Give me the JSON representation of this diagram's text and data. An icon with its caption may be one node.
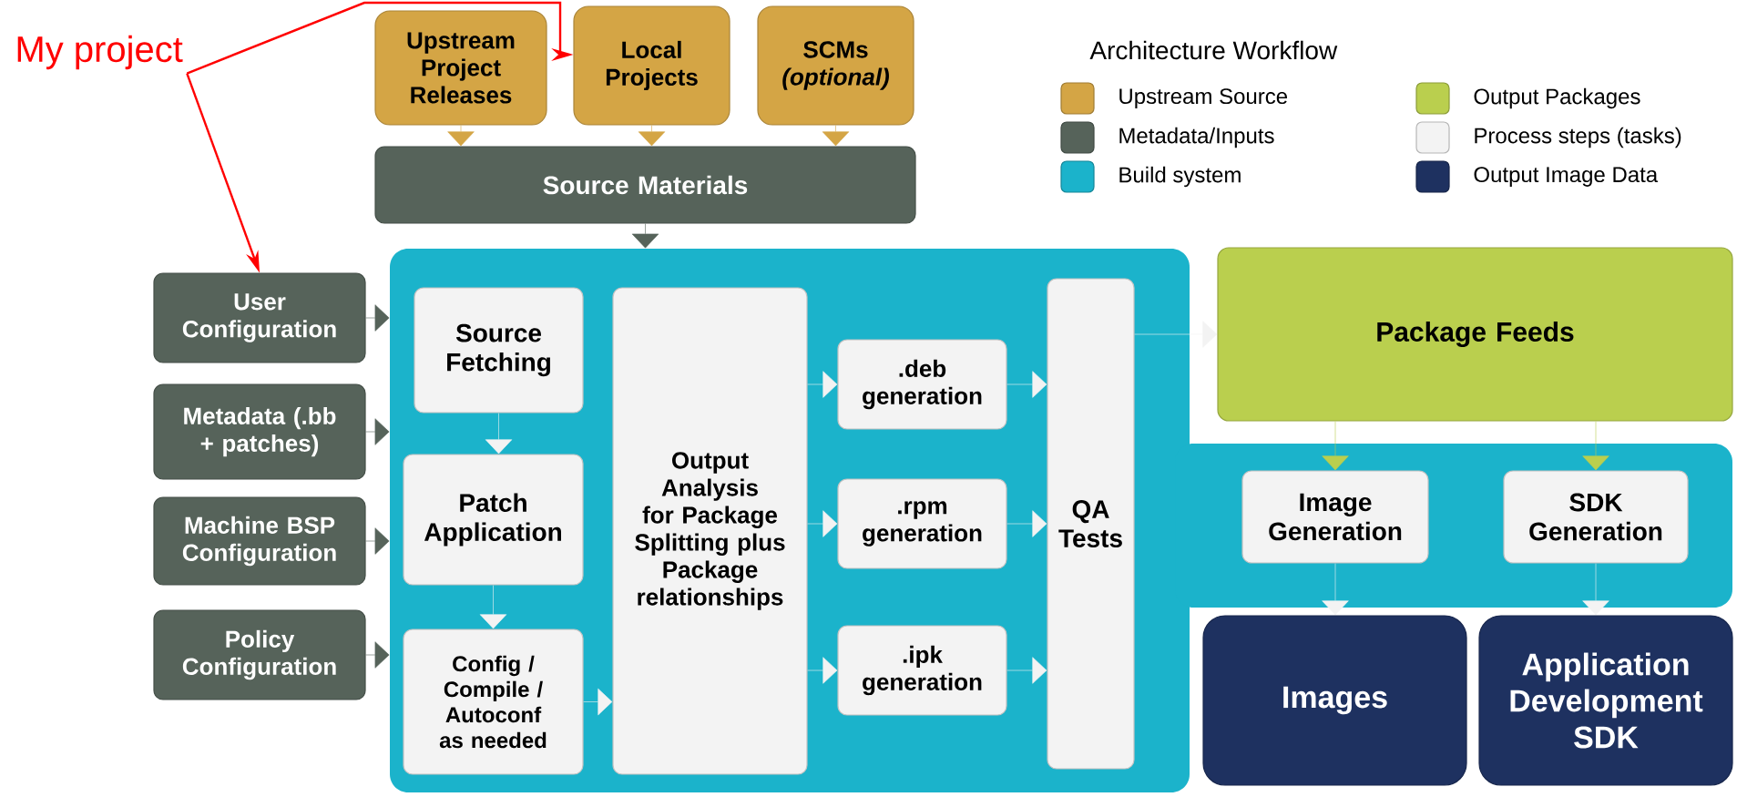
{
  "diagram": {
    "title": "Architecture Workflow",
    "nodes": [
      {
        "text": [
          "My project"
        ]
      },
      {
        "text": [
          "Upstream Project Releases"
        ]
      },
      {
        "text": [
          "Local Projects"
        ]
      },
      {
        "text": [
          "SCMs *(optional)*"
        ]
      },
      {
        "text": [
          "Source Materials"
        ]
      },
      {
        "text": [],
        "shape": "band"
      },
      {
        "text": [
          "User Configuration"
        ]
      },
      {
        "text": [
          "Metadata (.bb + patches)"
        ]
      },
      {
        "text": [
          "Machine BSP Configuration"
        ]
      },
      {
        "text": [
          "Policy Configuration"
        ]
      },
      {
        "text": [
          "Source Fetching"
        ],
        "in": 5
      },
      {
        "text": [
          "Patch Application"
        ],
        "in": 5
      },
      {
        "text": [
          "Config / Compile / Autoconf as needed"
        ],
        "in": 5
      },
      {
        "text": [
          "Output Analysis for Package Splitting plus Package relationships"
        ],
        "in": 5
      },
      {
        "text": [
          ".deb generation"
        ],
        "in": 5
      },
      {
        "text": [
          ".rpm generation"
        ],
        "in": 5
      },
      {
        "text": [
          ".ipk generation"
        ],
        "in": 5
      },
      {
        "text": [
          "QA Tests"
        ],
        "in": 5
      },
      {
        "text": [
          "Package Feeds"
        ]
      },
      {
        "text": [
          "Image Generation"
        ]
      },
      {
        "text": [
          "SDK Generation"
        ]
      },
      {
        "text": [
          "Images"
        ]
      },
      {
        "text": [
          "Application Development SDK"
        ]
      }
    ],
    "edges": [
      {
        "from": 0,
        "to": 2,
        "arrow": "to",
        "color": "#ff0000"
      },
      {
        "from": 0,
        "to": 6,
        "arrow": "to",
        "color": "#ff0000"
      },
      {
        "from": 1,
        "to": 4,
        "arrow": "to",
        "color": "#d4a545"
      },
      {
        "from": 2,
        "to": 4,
        "arrow": "to",
        "color": "#d4a545"
      },
      {
        "from": 3,
        "to": 4,
        "arrow": "to",
        "color": "#d4a545"
      },
      {
        "from": 4,
        "to": 5,
        "arrow": "to",
        "color": "#56635a"
      },
      {
        "from": 6,
        "to": 5,
        "arrow": "to",
        "color": "#56635a"
      },
      {
        "from": 7,
        "to": 5,
        "arrow": "to",
        "color": "#56635a"
      },
      {
        "from": 8,
        "to": 5,
        "arrow": "to",
        "color": "#56635a"
      },
      {
        "from": 9,
        "to": 5,
        "arrow": "to",
        "color": "#56635a"
      },
      {
        "from": 10,
        "to": 11,
        "arrow": "to"
      },
      {
        "from": 11,
        "to": 12,
        "arrow": "to"
      },
      {
        "from": 12,
        "to": 13,
        "arrow": "to"
      },
      {
        "from": 13,
        "to": 14,
        "arrow": "to"
      },
      {
        "from": 13,
        "to": 15,
        "arrow": "to"
      },
      {
        "from": 13,
        "to": 16,
        "arrow": "to"
      },
      {
        "from": 14,
        "to": 17,
        "arrow": "to"
      },
      {
        "from": 15,
        "to": 17,
        "arrow": "to"
      },
      {
        "from": 16,
        "to": 17,
        "arrow": "to"
      },
      {
        "from": 17,
        "to": 18,
        "arrow": "to"
      },
      {
        "from": 18,
        "to": 19,
        "arrow": "to",
        "color": "#bacf4e"
      },
      {
        "from": 18,
        "to": 20,
        "arrow": "to",
        "color": "#bacf4e"
      },
      {
        "from": 19,
        "to": 21,
        "arrow": "to"
      },
      {
        "from": 20,
        "to": 22,
        "arrow": "to"
      }
    ],
    "legend": [
      {
        "text": "Upstream Source",
        "color": "#d4a545"
      },
      {
        "text": "Metadata/Inputs",
        "color": "#56635a"
      },
      {
        "text": "Build system",
        "color": "#1bb3cb"
      },
      {
        "text": "Output Packages",
        "color": "#bacf4e"
      },
      {
        "text": "Process steps (tasks)",
        "color": "#f3f3f3"
      },
      {
        "text": "Output Image Data",
        "color": "#1e3160"
      }
    ]
  }
}
